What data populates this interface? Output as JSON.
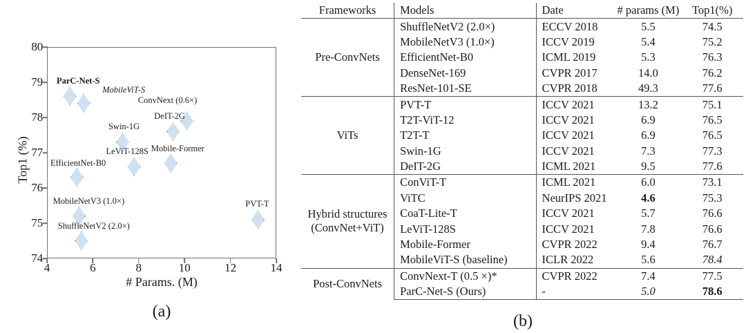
{
  "chart_data": {
    "type": "scatter",
    "title": "",
    "xlabel": "# Params. (M)",
    "ylabel": "Top1 (%)",
    "xlim": [
      4,
      14
    ],
    "ylim": [
      74,
      80
    ],
    "xticks": [
      "4",
      "6",
      "8",
      "10",
      "12",
      "14"
    ],
    "yticks": [
      "74",
      "75",
      "76",
      "77",
      "78",
      "79",
      "80"
    ],
    "grid": false,
    "legend": "none",
    "marker_style": "diamond",
    "marker_fill": "#cfe0f2",
    "marker_edge": "#5c8fc4",
    "points": [
      {
        "label": "ParC-Net-S",
        "x": 5.0,
        "y": 78.6,
        "style": "bold"
      },
      {
        "label": "MobileViT-S",
        "x": 5.6,
        "y": 78.4,
        "style": "italic"
      },
      {
        "label": "ConvNext (0.6×)",
        "x": 10.1,
        "y": 77.9,
        "style": "normal"
      },
      {
        "label": "DeIT-2G",
        "x": 9.5,
        "y": 77.6,
        "style": "normal"
      },
      {
        "label": "Swin-1G",
        "x": 7.3,
        "y": 77.3,
        "style": "normal"
      },
      {
        "label": "Mobile-Former",
        "x": 9.4,
        "y": 76.7,
        "style": "normal"
      },
      {
        "label": "LeViT-128S",
        "x": 7.8,
        "y": 76.6,
        "style": "normal"
      },
      {
        "label": "EfficientNet-B0",
        "x": 5.3,
        "y": 76.3,
        "style": "normal"
      },
      {
        "label": "MobileNetV3 (1.0×)",
        "x": 5.4,
        "y": 75.2,
        "style": "normal"
      },
      {
        "label": "PVT-T",
        "x": 13.2,
        "y": 75.1,
        "style": "normal"
      },
      {
        "label": "ShuffleNetV2 (2.0×)",
        "x": 5.5,
        "y": 74.5,
        "style": "normal"
      }
    ],
    "caption": "(a)"
  },
  "table": {
    "caption": "(b)",
    "headers": {
      "frameworks": "Frameworks",
      "models": "Models",
      "date": "Date",
      "params": "# params (M)",
      "top1": "Top1(%)"
    },
    "groups": [
      {
        "name": "Pre-ConvNets",
        "rows": [
          {
            "model": "ShuffleNetV2 (2.0×)",
            "date": "ECCV 2018",
            "params": "5.5",
            "top1": "74.5"
          },
          {
            "model": "MobileNetV3 (1.0×)",
            "date": "ICCV 2019",
            "params": "5.4",
            "top1": "75.2"
          },
          {
            "model": "EfficientNet-B0",
            "date": "ICML 2019",
            "params": "5.3",
            "top1": "76.3"
          },
          {
            "model": "DenseNet-169",
            "date": "CVPR 2017",
            "params": "14.0",
            "top1": "76.2"
          },
          {
            "model": "ResNet-101-SE",
            "date": "CVPR 2018",
            "params": "49.3",
            "top1": "77.6"
          }
        ]
      },
      {
        "name": "ViTs",
        "rows": [
          {
            "model": "PVT-T",
            "date": "ICCV 2021",
            "params": "13.2",
            "top1": "75.1"
          },
          {
            "model": "T2T-ViT-12",
            "date": "ICCV 2021",
            "params": "6.9",
            "top1": "76.5"
          },
          {
            "model": "T2T-T",
            "date": "ICCV 2021",
            "params": "6.9",
            "top1": "76.5"
          },
          {
            "model": "Swin-1G",
            "date": "ICCV 2021",
            "params": "7.3",
            "top1": "77.3"
          },
          {
            "model": "DeIT-2G",
            "date": "ICML 2021",
            "params": "9.5",
            "top1": "77.6"
          }
        ]
      },
      {
        "name": "Hybrid structures",
        "name2": "(ConvNet+ViT)",
        "rows": [
          {
            "model": "ConViT-T",
            "date": "ICML 2021",
            "params": "6.0",
            "top1": "73.1"
          },
          {
            "model": "ViTC",
            "date": "NeurIPS 2021",
            "params": "4.6",
            "params_style": "bold",
            "top1": "75.3"
          },
          {
            "model": "CoaT-Lite-T",
            "date": "ICCV 2021",
            "params": "5.7",
            "top1": "76.6"
          },
          {
            "model": "LeViT-128S",
            "date": "ICCV 2021",
            "params": "7.8",
            "top1": "76.6"
          },
          {
            "model": "Mobile-Former",
            "date": "CVPR 2022",
            "params": "9.4",
            "top1": "76.7"
          },
          {
            "model": "MobileViT-S (baseline)",
            "date": "ICLR 2022",
            "params": "5.6",
            "top1": "78.4",
            "top1_style": "italic"
          }
        ]
      },
      {
        "name": "Post-ConvNets",
        "rows": [
          {
            "model": "ConvNext-T (0.5 ×)*",
            "date": "CVPR 2022",
            "params": "7.4",
            "top1": "77.5"
          },
          {
            "model": "ParC-Net-S  (Ours)",
            "date": "-",
            "params": "5.0",
            "params_style": "italic",
            "top1": "78.6",
            "top1_style": "bold"
          }
        ]
      }
    ]
  }
}
